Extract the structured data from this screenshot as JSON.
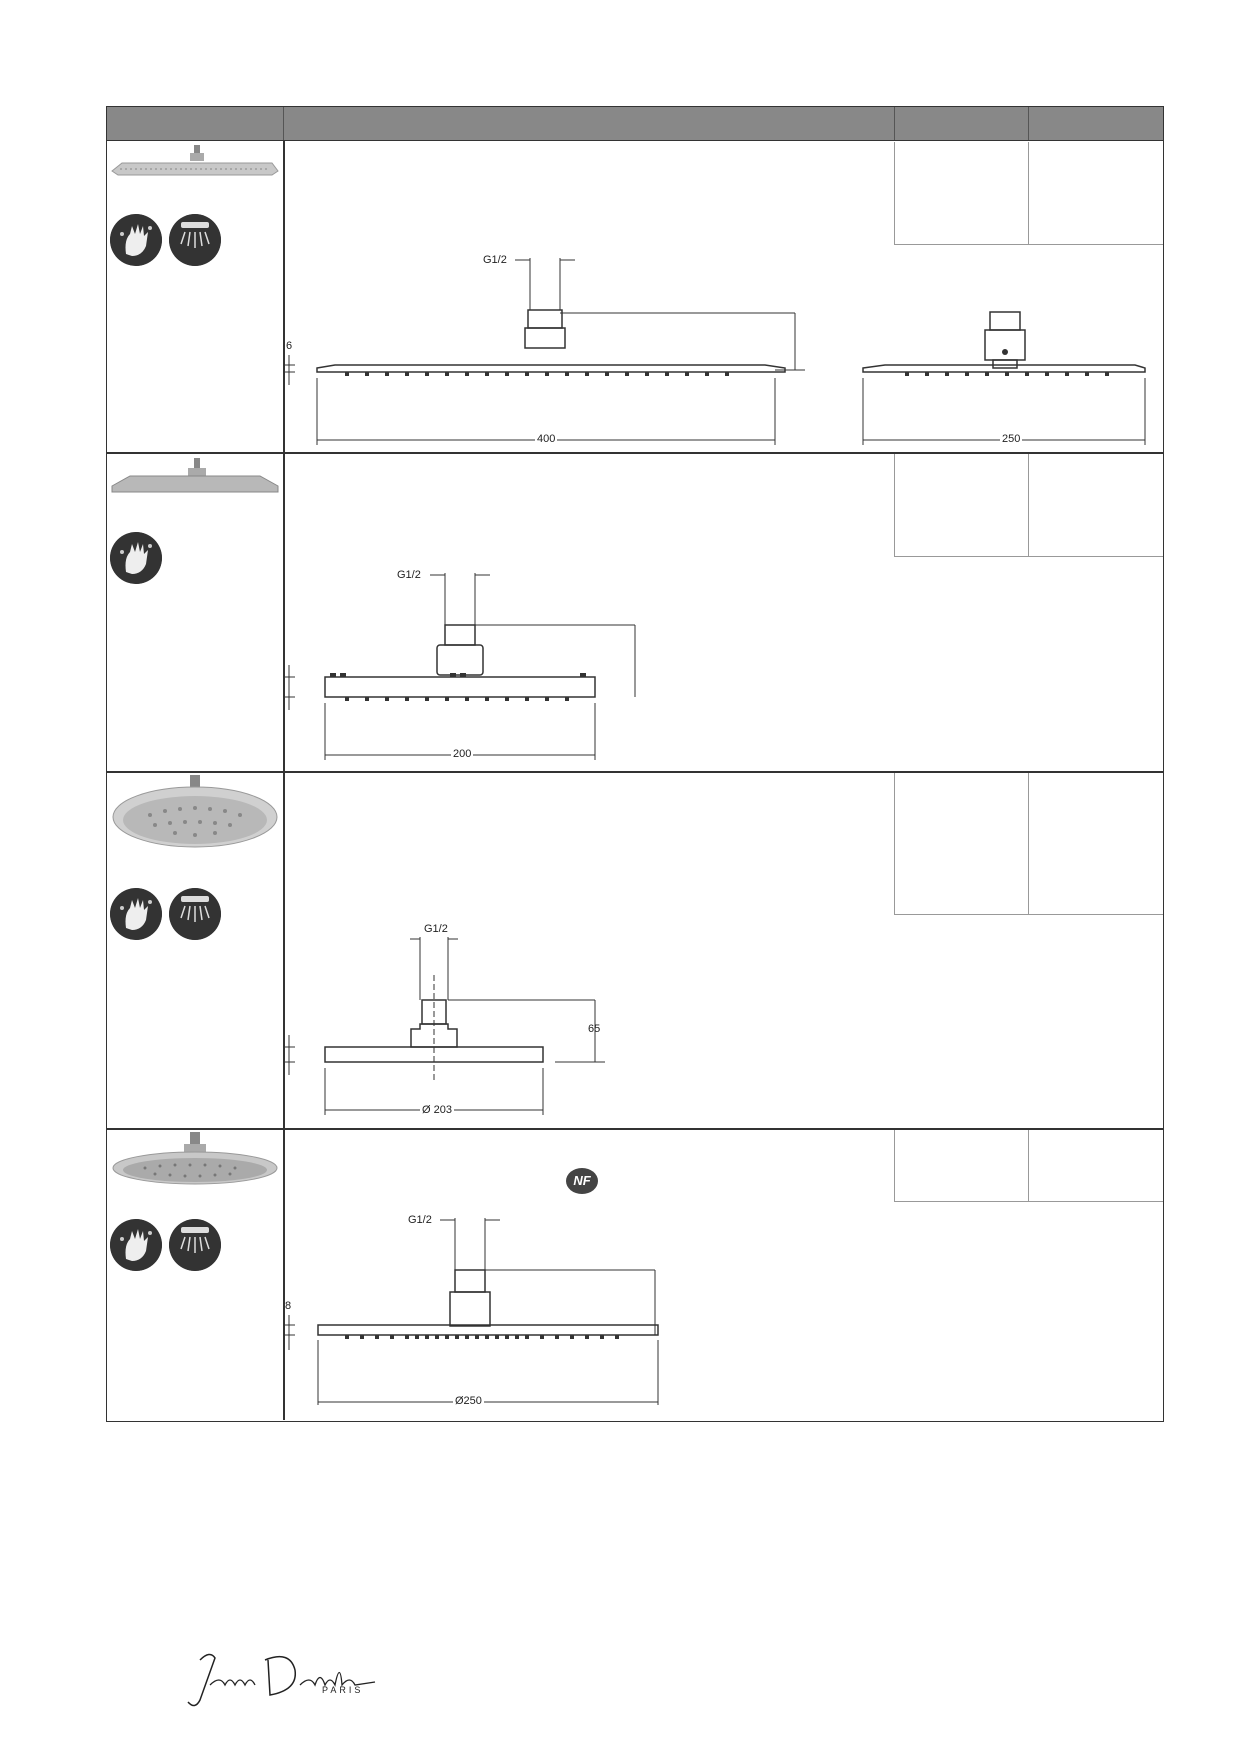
{
  "header": {
    "columns": [
      "",
      "",
      "",
      ""
    ]
  },
  "rows": [
    {
      "id": "row1",
      "icons": [
        "hand-spray-icon",
        "rain-spray-icon"
      ],
      "drawing": {
        "connector_label": "G1/2",
        "thickness_label": "6",
        "width_label": "400",
        "side_width_label": "250"
      }
    },
    {
      "id": "row2",
      "icons": [
        "hand-spray-icon"
      ],
      "drawing": {
        "connector_label": "G1/2",
        "width_label": "200"
      }
    },
    {
      "id": "row3",
      "icons": [
        "hand-spray-icon",
        "rain-spray-icon"
      ],
      "drawing": {
        "connector_label": "G1/2",
        "height_label": "65",
        "diameter_label": "Ø 203"
      }
    },
    {
      "id": "row4",
      "icons": [
        "hand-spray-icon",
        "rain-spray-icon"
      ],
      "certification": "NF",
      "drawing": {
        "connector_label": "G1/2",
        "thickness_label": "8",
        "diameter_label": "Ø250"
      }
    }
  ],
  "footer": {
    "brand": "Jacob Delafon",
    "brand_sub": "PARIS"
  }
}
